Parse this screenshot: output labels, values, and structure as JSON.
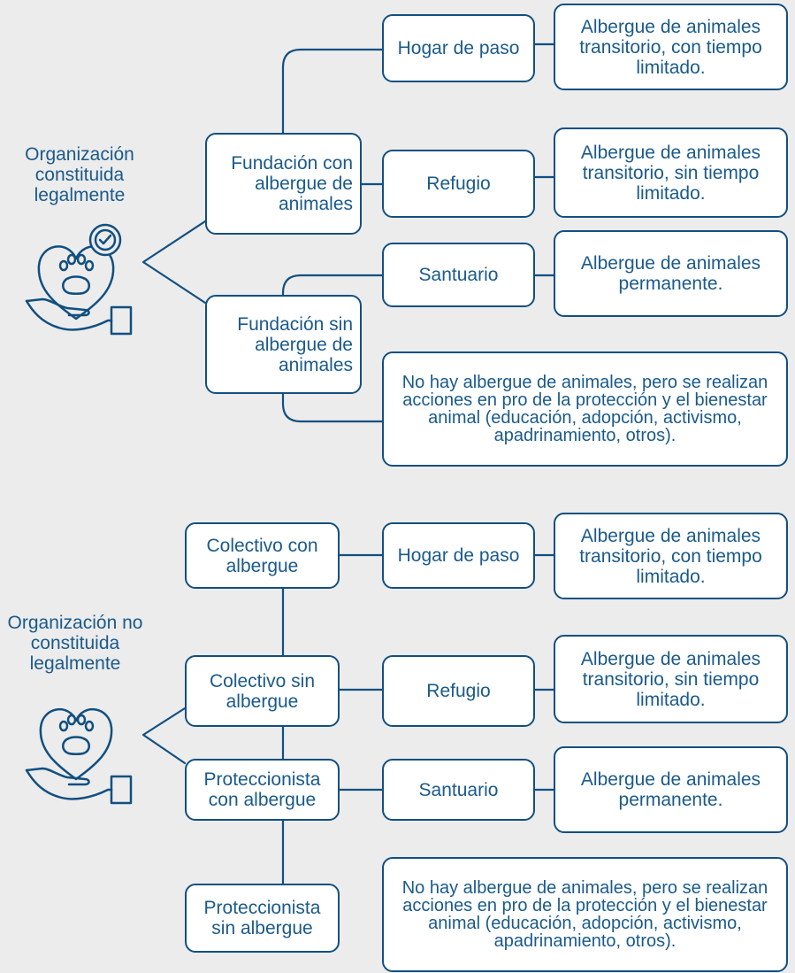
{
  "colors": {
    "background": "#ececec",
    "stroke": "#114f80",
    "text": "#1a5a8a",
    "box_fill": "#ffffff"
  },
  "section1": {
    "root_label": "Organización\nconstituida\nlegalmente",
    "icon": "hand-heart-paw-check-icon",
    "fundacion_con": "Fundación con albergue de animales",
    "fundacion_sin": "Fundación sin albergue de animales",
    "hogar": "Hogar de paso",
    "refugio": "Refugio",
    "santuario": "Santuario",
    "hogar_desc": "Albergue de animales transitorio, con tiempo limitado.",
    "refugio_desc": "Albergue de animales transitorio, sin tiempo limitado.",
    "santuario_desc": "Albergue de animales permanente.",
    "acciones_desc": "No hay albergue de animales, pero se realizan acciones en pro de la protección y el bienestar animal (educación, adopción, activismo, apadrinamiento, otros)."
  },
  "section2": {
    "root_label": "Organización no\nconstituida\nlegalmente",
    "icon": "hand-heart-paw-icon",
    "colectivo_con": "Colectivo con albergue",
    "colectivo_sin": "Colectivo sin albergue",
    "proteccionista_con": "Proteccionista con albergue",
    "proteccionista_sin": "Proteccionista sin albergue",
    "hogar": "Hogar de paso",
    "refugio": "Refugio",
    "santuario": "Santuario",
    "hogar_desc": "Albergue de animales transitorio, con tiempo limitado.",
    "refugio_desc": "Albergue de animales transitorio, sin tiempo limitado.",
    "santuario_desc": "Albergue de animales permanente.",
    "acciones_desc": "No hay albergue de animales, pero se realizan acciones en pro de la protección y el bienestar animal (educación, adopción, activismo, apadrinamiento, otros)."
  }
}
